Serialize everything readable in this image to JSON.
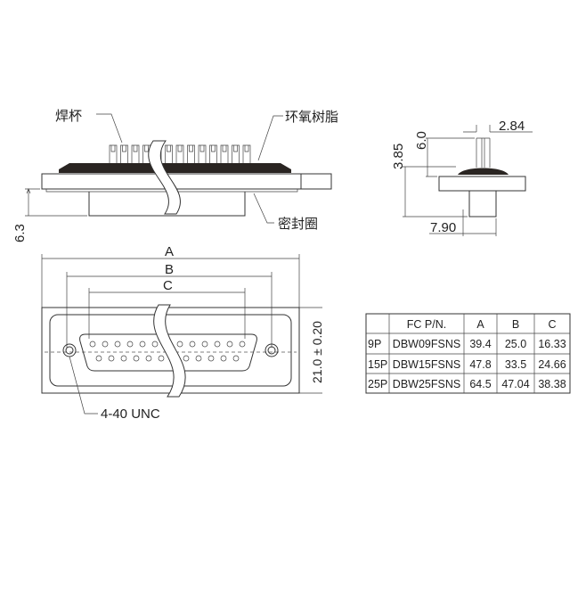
{
  "labels": {
    "solder_cup": "焊杯",
    "epoxy": "环氧树脂",
    "seal_ring": "密封圈",
    "thread": "4-40 UNC"
  },
  "dimensions": {
    "side_height": "6.3",
    "right_6": "6.0",
    "right_385": "3.85",
    "right_284": "2.84",
    "right_790": "7.90",
    "A": "A",
    "B": "B",
    "C": "C",
    "height": "21.0 ± 0.20"
  },
  "table": {
    "headers": [
      "",
      "FC P/N.",
      "A",
      "B",
      "C"
    ],
    "rows": [
      [
        "9P",
        "DBW09FSNS",
        "39.4",
        "25.0",
        "16.33"
      ],
      [
        "15P",
        "DBW15FSNS",
        "47.8",
        "33.5",
        "24.66"
      ],
      [
        "25P",
        "DBW25FSNS",
        "64.5",
        "47.04",
        "38.38"
      ]
    ]
  }
}
